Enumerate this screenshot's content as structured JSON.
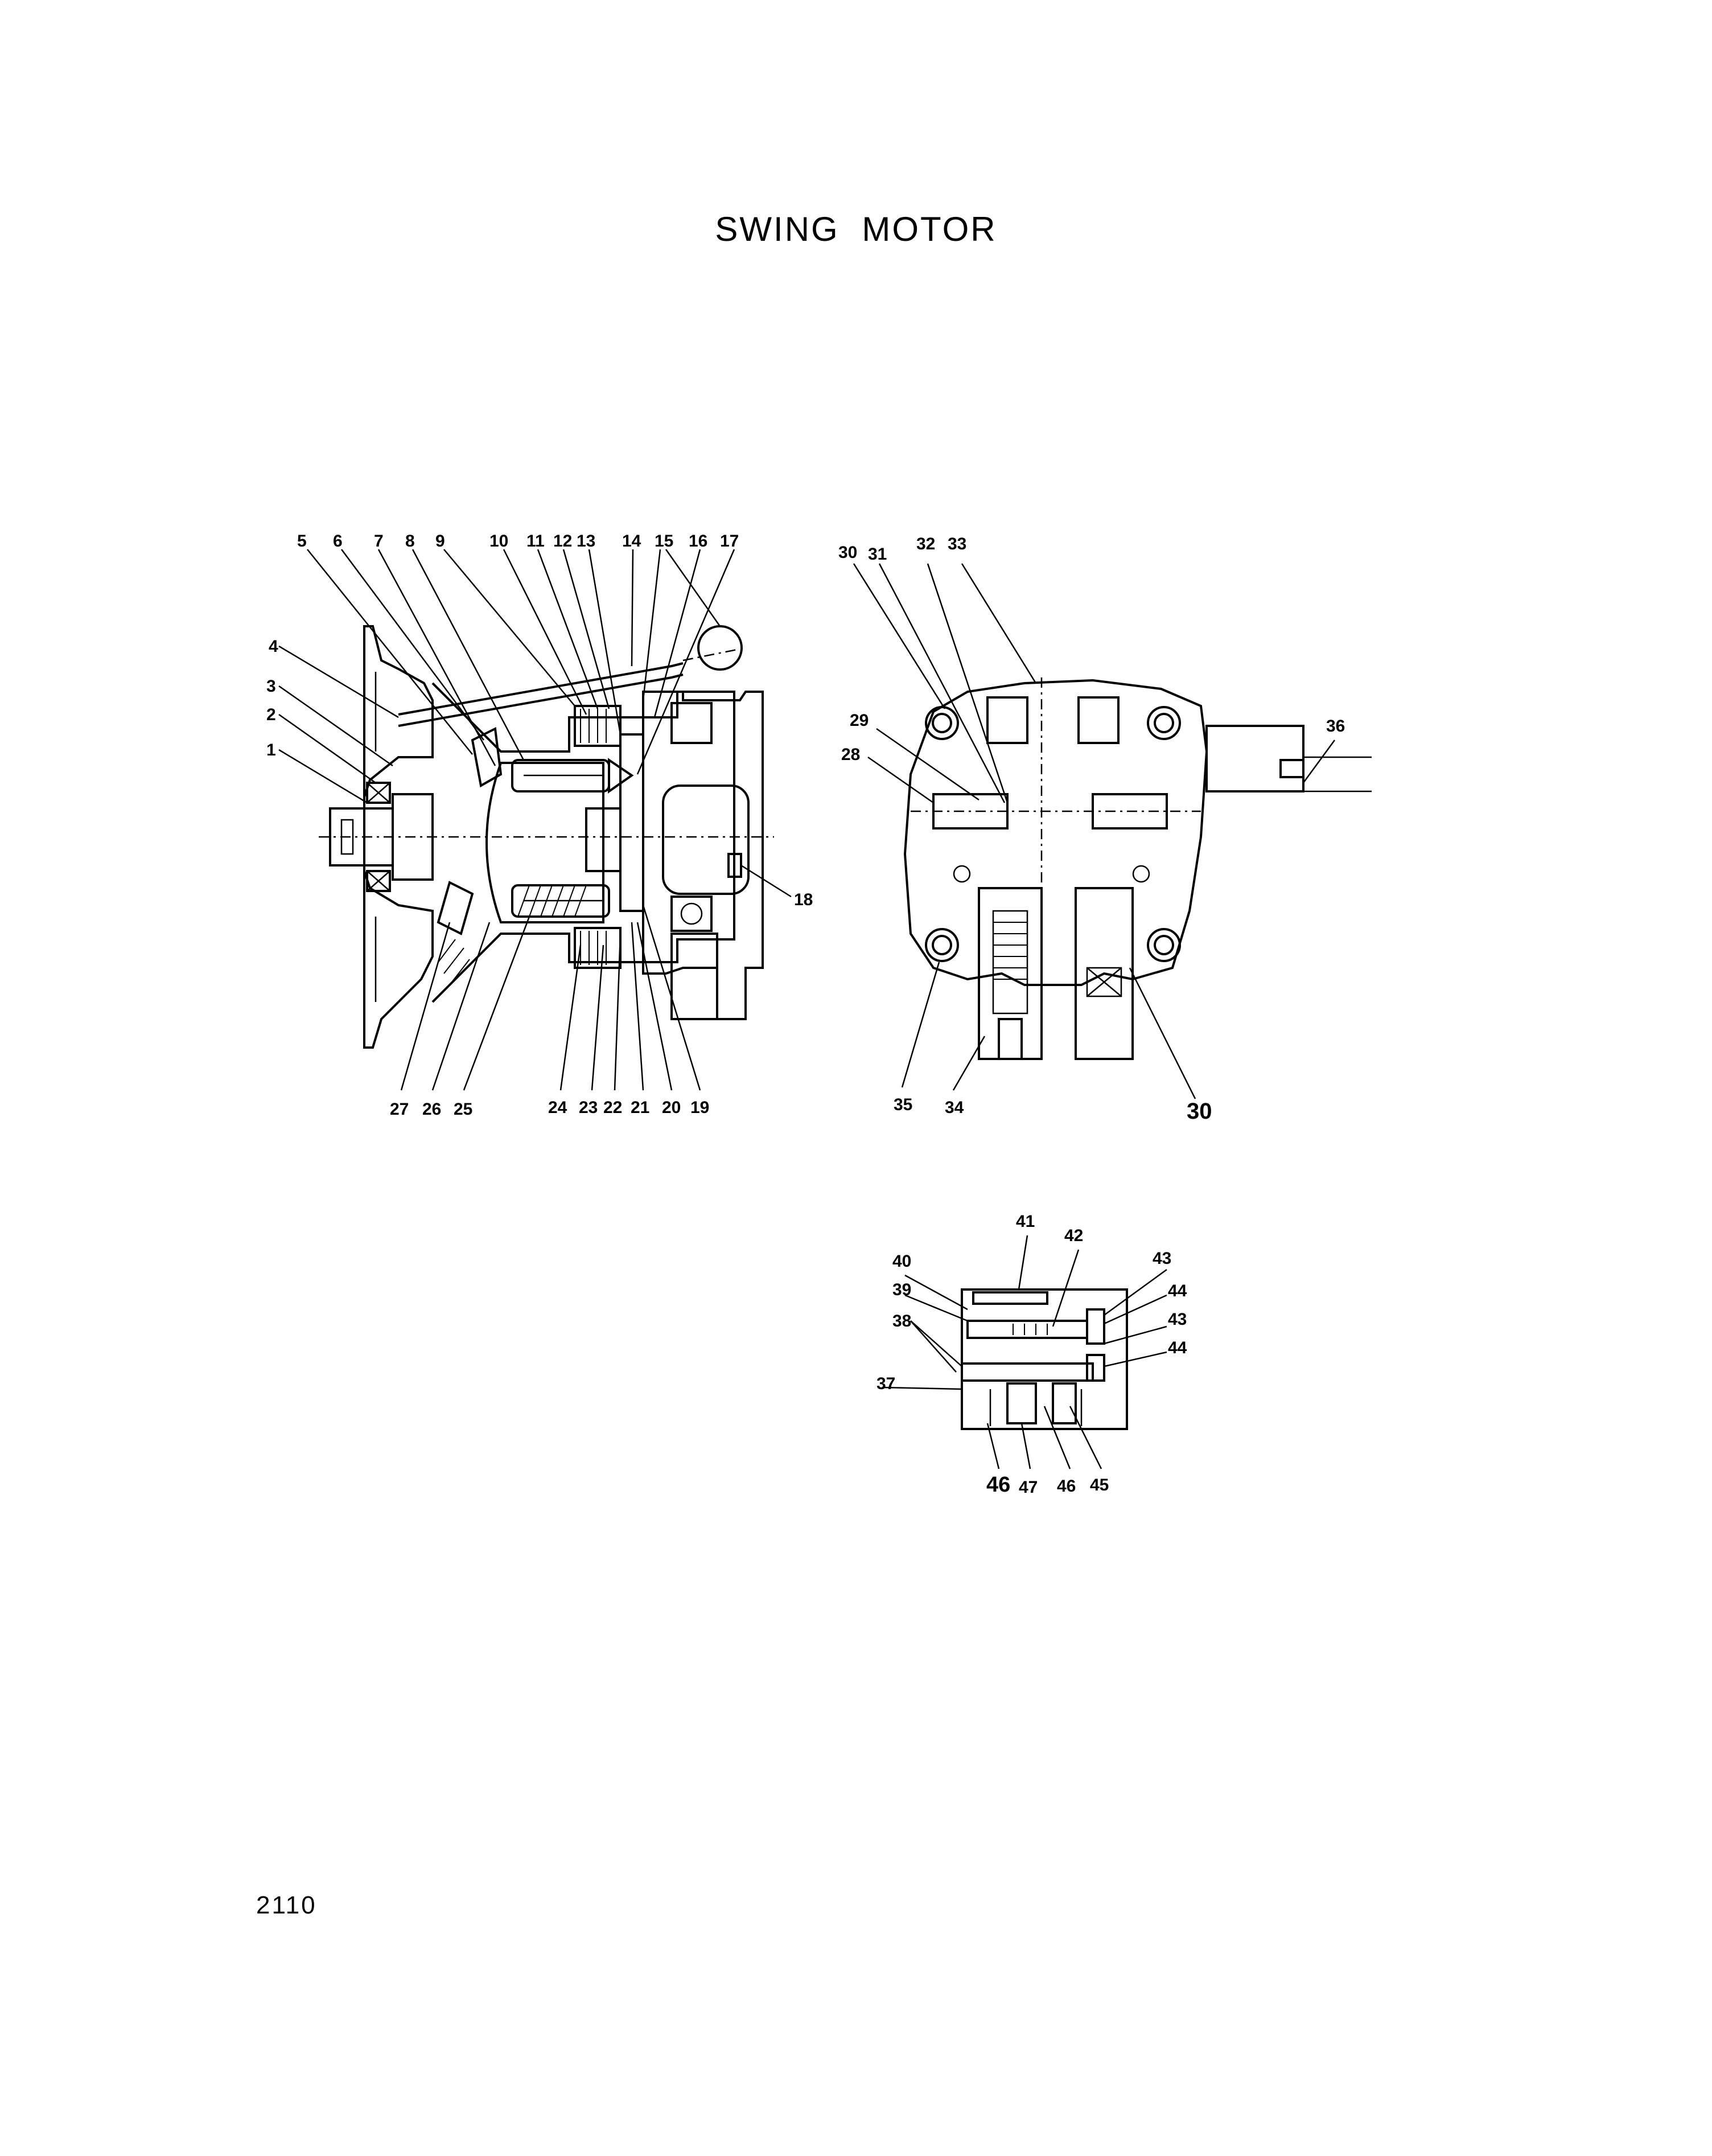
{
  "title": "SWING  MOTOR",
  "page_number": "2110",
  "views": [
    {
      "name": "motor-cross-section",
      "callouts": [
        "1",
        "2",
        "3",
        "4",
        "5",
        "6",
        "7",
        "8",
        "9",
        "10",
        "11",
        "12",
        "13",
        "14",
        "15",
        "16",
        "17",
        "18",
        "19",
        "20",
        "21",
        "22",
        "23",
        "24",
        "25",
        "26",
        "27"
      ]
    },
    {
      "name": "valve-end-view",
      "callouts": [
        "28",
        "29",
        "30",
        "31",
        "32",
        "33",
        "34",
        "35",
        "36",
        "30"
      ]
    },
    {
      "name": "relief-valve-section",
      "callouts": [
        "37",
        "38",
        "39",
        "40",
        "41",
        "42",
        "43",
        "43",
        "44",
        "44",
        "45",
        "46",
        "46",
        "47"
      ]
    }
  ],
  "callout_labels": {
    "c1": "1",
    "c2": "2",
    "c3": "3",
    "c4": "4",
    "c5": "5",
    "c6": "6",
    "c7": "7",
    "c8": "8",
    "c9": "9",
    "c10": "10",
    "c11": "11",
    "c12": "12",
    "c13": "13",
    "c14": "14",
    "c15": "15",
    "c16": "16",
    "c17": "17",
    "c18": "18",
    "c19": "19",
    "c20": "20",
    "c21": "21",
    "c22": "22",
    "c23": "23",
    "c24": "24",
    "c25": "25",
    "c26": "26",
    "c27": "27",
    "c28": "28",
    "c29": "29",
    "c30a": "30",
    "c30b": "30",
    "c31": "31",
    "c32": "32",
    "c33": "33",
    "c34": "34",
    "c35": "35",
    "c36": "36",
    "c37": "37",
    "c38": "38",
    "c39": "39",
    "c40": "40",
    "c41": "41",
    "c42": "42",
    "c43a": "43",
    "c43b": "43",
    "c44a": "44",
    "c44b": "44",
    "c45": "45",
    "c46a": "46",
    "c46b": "46",
    "c47": "47"
  }
}
